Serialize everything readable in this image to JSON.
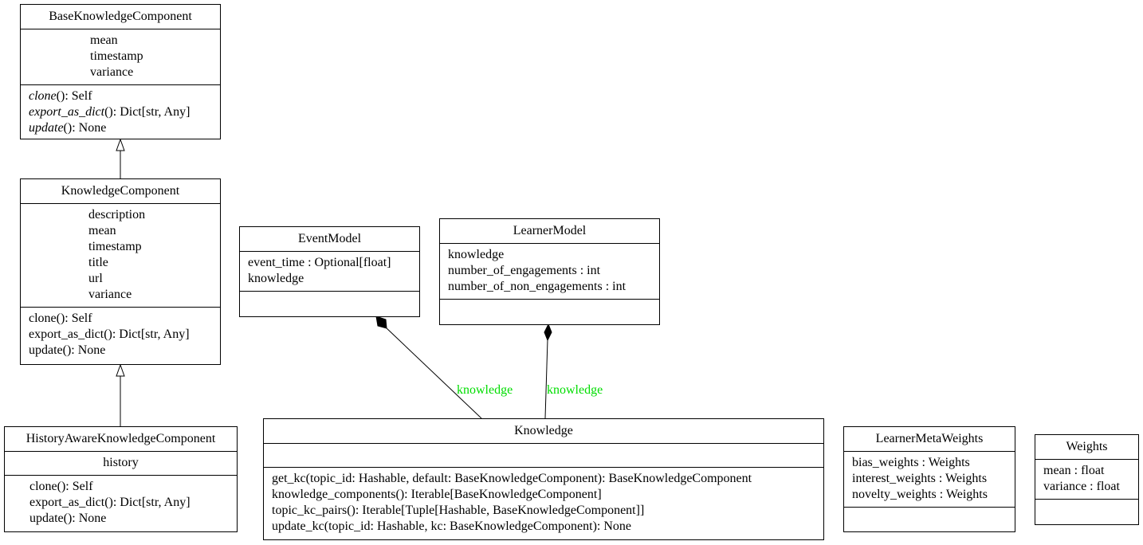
{
  "classes": {
    "base_kc": {
      "name": "BaseKnowledgeComponent",
      "attributes": [
        "mean",
        "timestamp",
        "variance"
      ],
      "methods": [
        {
          "name": "clone",
          "rest": "(): Self"
        },
        {
          "name": "export_as_dict",
          "rest": "(): Dict[str, Any]"
        },
        {
          "name": "update",
          "rest": "(): None"
        }
      ]
    },
    "kc": {
      "name": "KnowledgeComponent",
      "attributes": [
        "description",
        "mean",
        "timestamp",
        "title",
        "url",
        "variance"
      ],
      "methods": [
        "clone(): Self",
        "export_as_dict(): Dict[str, Any]",
        "update(): None"
      ]
    },
    "history_kc": {
      "name": "HistoryAwareKnowledgeComponent",
      "attributes": [
        "history"
      ],
      "methods": [
        "clone(): Self",
        "export_as_dict(): Dict[str, Any]",
        "update(): None"
      ]
    },
    "event_model": {
      "name": "EventModel",
      "attributes": [
        "event_time : Optional[float]",
        "knowledge"
      ]
    },
    "learner_model": {
      "name": "LearnerModel",
      "attributes": [
        "knowledge",
        "number_of_engagements : int",
        "number_of_non_engagements : int"
      ]
    },
    "knowledge": {
      "name": "Knowledge",
      "methods": [
        "get_kc(topic_id: Hashable, default: BaseKnowledgeComponent): BaseKnowledgeComponent",
        "knowledge_components(): Iterable[BaseKnowledgeComponent]",
        "topic_kc_pairs(): Iterable[Tuple[Hashable, BaseKnowledgeComponent]]",
        "update_kc(topic_id: Hashable, kc: BaseKnowledgeComponent): None"
      ]
    },
    "learner_meta_weights": {
      "name": "LearnerMetaWeights",
      "attributes": [
        "bias_weights : Weights",
        "interest_weights : Weights",
        "novelty_weights : Weights"
      ]
    },
    "weights": {
      "name": "Weights",
      "attributes": [
        "mean : float",
        "variance : float"
      ]
    }
  },
  "relations": {
    "event_knowledge_label": "knowledge",
    "learner_knowledge_label": "knowledge",
    "label_color": "#00dd00"
  }
}
